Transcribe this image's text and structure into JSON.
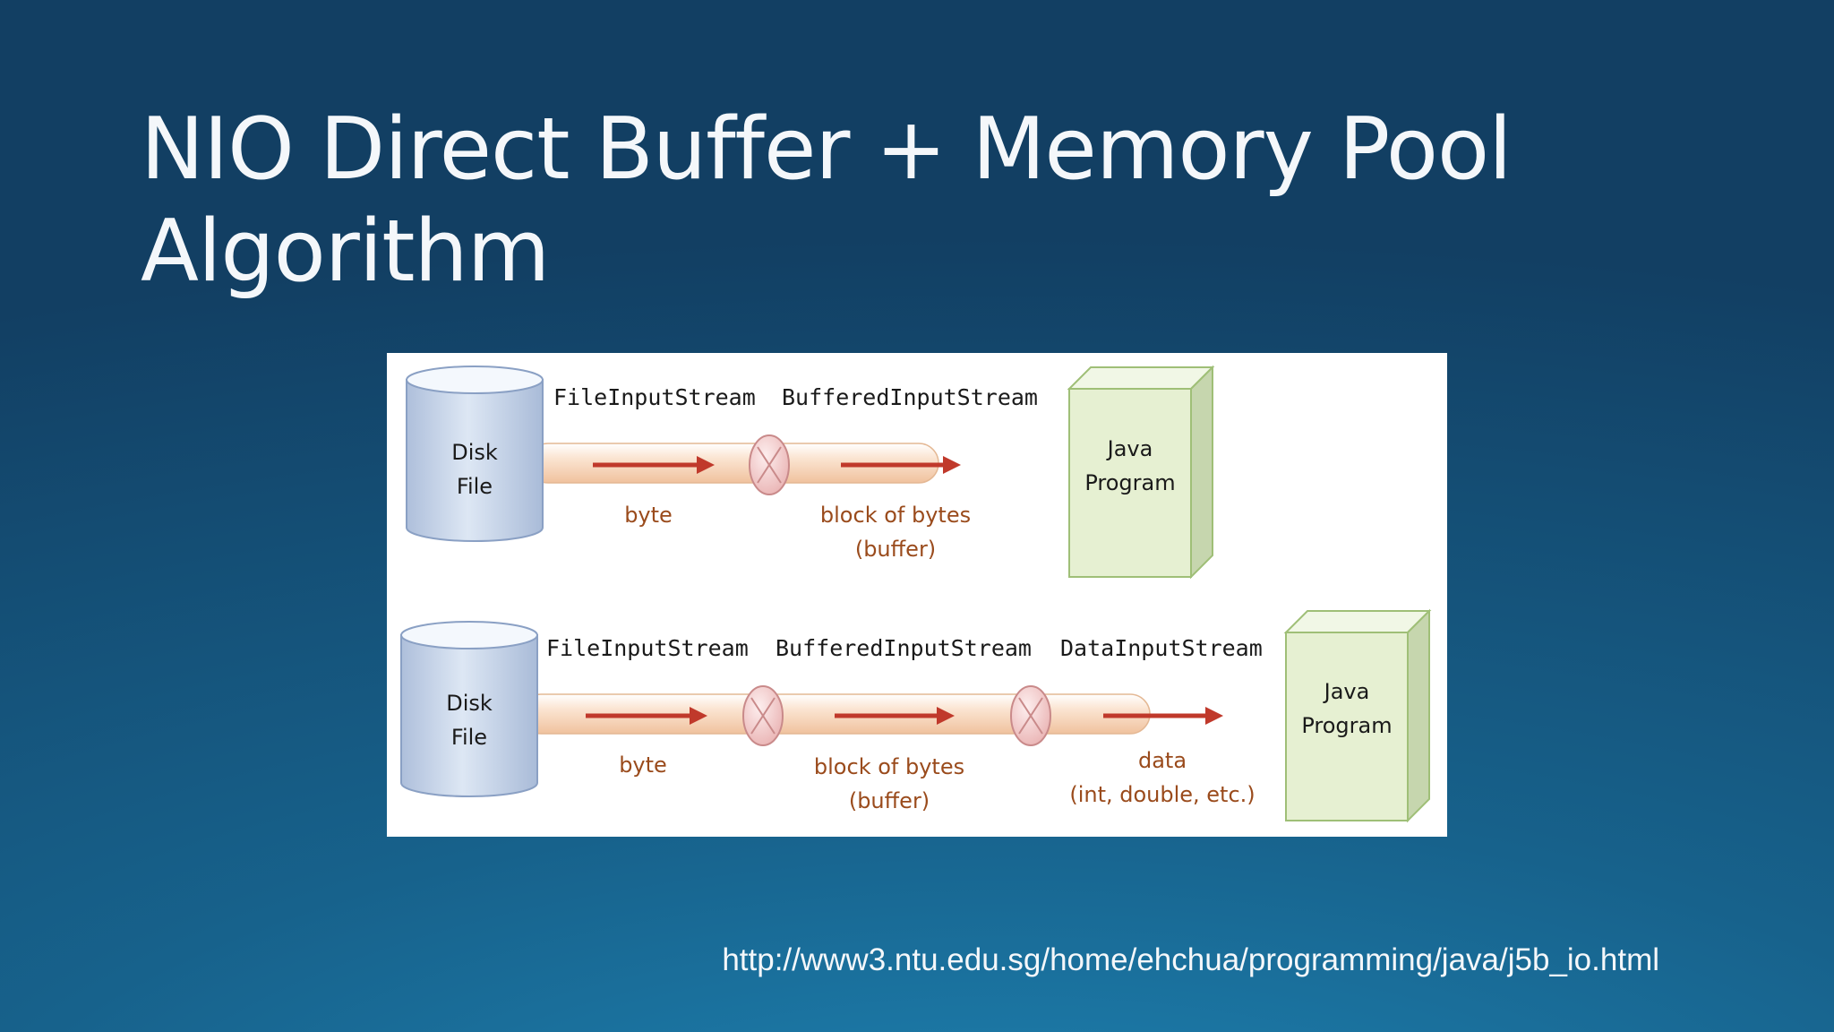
{
  "slide": {
    "title_line1": "NIO Direct Buffer + Memory Pool",
    "title_line2": "Algorithm",
    "source_url": "http://www3.ntu.edu.sg/home/ehchua/programming/java/j5b_io.html"
  },
  "diagram": {
    "top": {
      "disk_line1": "Disk",
      "disk_line2": "File",
      "stream1": "FileInputStream",
      "stream2": "BufferedInputStream",
      "program_line1": "Java",
      "program_line2": "Program",
      "label_byte": "byte",
      "label_block": "block of bytes",
      "label_buffer": "(buffer)"
    },
    "bottom": {
      "disk_line1": "Disk",
      "disk_line2": "File",
      "stream1": "FileInputStream",
      "stream2": "BufferedInputStream",
      "stream3": "DataInputStream",
      "program_line1": "Java",
      "program_line2": "Program",
      "label_byte": "byte",
      "label_block": "block of bytes",
      "label_buffer": "(buffer)",
      "label_data": "data",
      "label_types": "(int, double, etc.)"
    },
    "colors": {
      "cylinder": "#c9d7ea",
      "box": "#e6f0d2",
      "pipe": "#f6d2b4",
      "arrow": "#c0392b",
      "label": "#9a4b1c"
    }
  }
}
